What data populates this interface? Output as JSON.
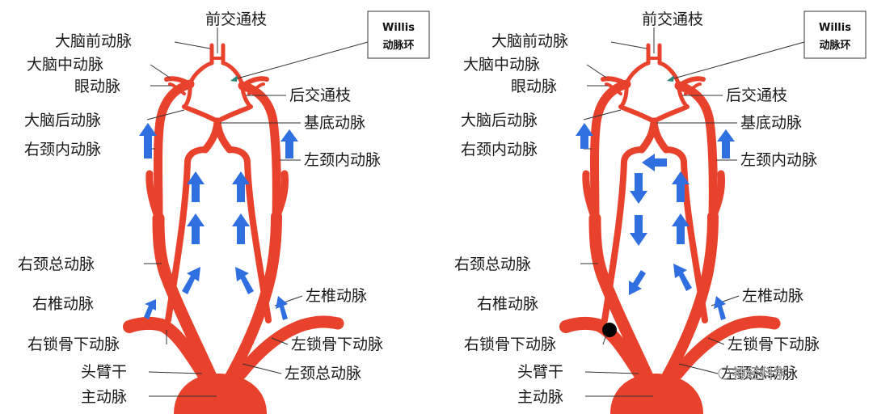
{
  "colors": {
    "artery": "#e8412c",
    "flow_arrow": "#2f6fe0",
    "occlusion": "#000000"
  },
  "panels": [
    {
      "box": {
        "line1": "Willis",
        "line2": "动脉环"
      },
      "labels": {
        "acom": "前交通枝",
        "aca": "大脑前动脉",
        "mca": "大脑中动脉",
        "oph": "眼动脉",
        "pcom": "后交通枝",
        "pca": "大脑后动脉",
        "basilar": "基底动脉",
        "r_ica": "右颈内动脉",
        "l_ica": "左颈内动脉",
        "r_cca": "右颈总动脉",
        "r_va": "右椎动脉",
        "l_va": "左椎动脉",
        "r_sca": "右锁骨下动脉",
        "l_sca": "左锁骨下动脉",
        "bct": "头臂干",
        "l_cca": "左颈总动脉",
        "aorta": "主动脉"
      }
    },
    {
      "box": {
        "line1": "Willis",
        "line2": "动脉环"
      },
      "labels": {
        "acom": "前交通枝",
        "aca": "大脑前动脉",
        "mca": "大脑中动脉",
        "oph": "眼动脉",
        "pcom": "后交通枝",
        "pca": "大脑后动脉",
        "basilar": "基底动脉",
        "r_ica": "右颈内动脉",
        "l_ica": "左颈内动脉",
        "r_cca": "右颈总动脉",
        "r_va": "右椎动脉",
        "l_va": "左椎动脉",
        "r_sca": "右锁骨下动脉",
        "l_sca": "左锁骨下动脉",
        "bct": "头臂干",
        "l_cca": "左颈总动脉",
        "aorta": "主动脉"
      }
    }
  ],
  "watermark": "神经科学"
}
